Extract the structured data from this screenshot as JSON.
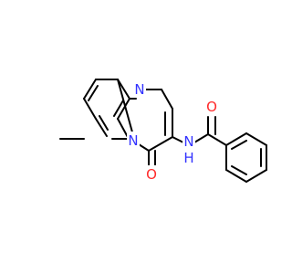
{
  "molecule": {
    "atoms": {
      "n_top": {
        "label": "N",
        "color": "#3333ff"
      },
      "n_bridge": {
        "label": "N",
        "color": "#3333ff"
      },
      "n_amide": {
        "label": "N",
        "color": "#3333ff"
      },
      "h_amide": {
        "label": "H",
        "color": "#3333ff"
      },
      "o_ketone": {
        "label": "O",
        "color": "#ff2a2a"
      },
      "o_amide": {
        "label": "O",
        "color": "#ff2a2a"
      }
    },
    "bond_color": "#000000"
  }
}
